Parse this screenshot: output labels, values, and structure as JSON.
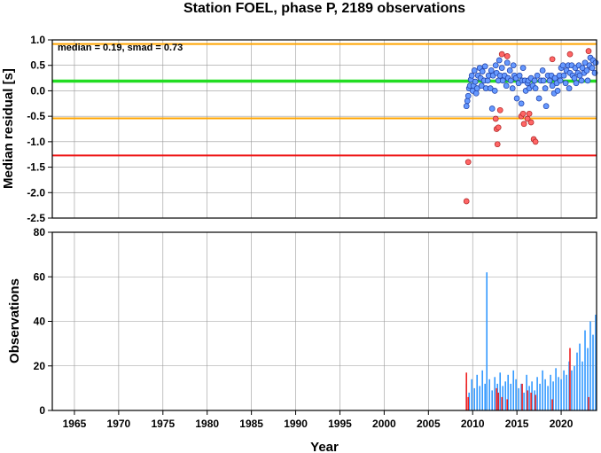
{
  "page_title": "Station FOEL, phase P, 2189 observations",
  "colors": {
    "median_line": "#22dd22",
    "smad_lines": "#ffa500",
    "limit_line": "#ee1111",
    "normal_point": "#6699ff",
    "outlier_point": "#ff6666",
    "bar_normal": "#3399ff",
    "bar_outlier": "#ee2222",
    "grid": "#999999"
  },
  "chart_data": [
    {
      "id": "residuals",
      "type": "scatter",
      "title": "Station FOEL, phase P, 2189 observations",
      "xlabel": "",
      "ylabel": "Median residual [s]",
      "xlim": [
        1962.5,
        2024.0
      ],
      "ylim": [
        -2.5,
        1.0
      ],
      "yticks": [
        1.0,
        0.5,
        0.0,
        -0.5,
        -1.0,
        -1.5,
        -2.0,
        -2.5
      ],
      "ytick_labels": [
        "1.0",
        "0.5",
        "0.0",
        "-0.5",
        "-1.0",
        "-1.5",
        "-2.0",
        "-2.5"
      ],
      "grid": true,
      "annotation": "median = 0.19, smad = 0.73",
      "hlines": [
        {
          "y": 0.19,
          "color": "#22dd22",
          "role": "median"
        },
        {
          "y": 0.92,
          "color": "#ffa500",
          "role": "upper smad"
        },
        {
          "y": -0.54,
          "color": "#ffa500",
          "role": "lower smad"
        },
        {
          "y": -1.27,
          "color": "#ee1111",
          "role": "limit"
        }
      ],
      "series": [
        {
          "role": "within limits",
          "color": "#6699ff",
          "points": [
            [
              2009.3,
              -0.3
            ],
            [
              2009.4,
              -0.2
            ],
            [
              2009.5,
              -0.1
            ],
            [
              2009.6,
              0.05
            ],
            [
              2009.7,
              0.1
            ],
            [
              2009.8,
              0.22
            ],
            [
              2009.9,
              0.3
            ],
            [
              2010.0,
              0.0
            ],
            [
              2010.1,
              0.1
            ],
            [
              2010.2,
              0.4
            ],
            [
              2010.3,
              0.18
            ],
            [
              2010.4,
              -0.05
            ],
            [
              2010.5,
              0.05
            ],
            [
              2010.6,
              0.3
            ],
            [
              2010.8,
              0.45
            ],
            [
              2010.9,
              0.25
            ],
            [
              2011.0,
              0.1
            ],
            [
              2011.1,
              0.38
            ],
            [
              2011.3,
              0.2
            ],
            [
              2011.4,
              0.48
            ],
            [
              2011.5,
              0.05
            ],
            [
              2011.7,
              0.2
            ],
            [
              2011.8,
              0.3
            ],
            [
              2012.0,
              0.05
            ],
            [
              2012.1,
              0.4
            ],
            [
              2012.2,
              -0.35
            ],
            [
              2012.3,
              0.3
            ],
            [
              2012.5,
              0.0
            ],
            [
              2012.6,
              0.5
            ],
            [
              2012.7,
              0.35
            ],
            [
              2012.9,
              0.2
            ],
            [
              2013.0,
              0.6
            ],
            [
              2013.1,
              0.3
            ],
            [
              2013.3,
              0.45
            ],
            [
              2013.4,
              0.2
            ],
            [
              2013.6,
              0.3
            ],
            [
              2013.8,
              0.1
            ],
            [
              2013.9,
              0.55
            ],
            [
              2014.0,
              0.25
            ],
            [
              2014.2,
              0.4
            ],
            [
              2014.3,
              0.2
            ],
            [
              2014.5,
              0.05
            ],
            [
              2014.6,
              0.5
            ],
            [
              2014.7,
              0.3
            ],
            [
              2014.9,
              0.25
            ],
            [
              2015.0,
              -0.15
            ],
            [
              2015.2,
              0.15
            ],
            [
              2015.3,
              0.3
            ],
            [
              2015.5,
              -0.25
            ],
            [
              2015.6,
              0.2
            ],
            [
              2015.7,
              0.45
            ],
            [
              2015.9,
              0.2
            ],
            [
              2016.0,
              0.0
            ],
            [
              2016.2,
              0.15
            ],
            [
              2016.3,
              0.2
            ],
            [
              2016.4,
              0.05
            ],
            [
              2016.6,
              0.25
            ],
            [
              2016.8,
              0.1
            ],
            [
              2017.0,
              0.2
            ],
            [
              2017.1,
              0.05
            ],
            [
              2017.3,
              0.3
            ],
            [
              2017.5,
              -0.15
            ],
            [
              2017.7,
              0.2
            ],
            [
              2017.9,
              0.4
            ],
            [
              2018.0,
              0.2
            ],
            [
              2018.2,
              0.05
            ],
            [
              2018.3,
              -0.3
            ],
            [
              2018.5,
              0.3
            ],
            [
              2018.7,
              0.2
            ],
            [
              2018.9,
              0.3
            ],
            [
              2019.0,
              0.1
            ],
            [
              2019.2,
              -0.05
            ],
            [
              2019.3,
              0.25
            ],
            [
              2019.5,
              0.15
            ],
            [
              2019.6,
              0.0
            ],
            [
              2019.8,
              0.3
            ],
            [
              2019.9,
              0.2
            ],
            [
              2020.0,
              0.45
            ],
            [
              2020.2,
              0.5
            ],
            [
              2020.3,
              0.3
            ],
            [
              2020.5,
              0.15
            ],
            [
              2020.6,
              0.4
            ],
            [
              2020.8,
              0.5
            ],
            [
              2020.9,
              0.05
            ],
            [
              2021.0,
              0.35
            ],
            [
              2021.2,
              0.5
            ],
            [
              2021.3,
              0.3
            ],
            [
              2021.5,
              0.25
            ],
            [
              2021.6,
              0.45
            ],
            [
              2021.7,
              0.15
            ],
            [
              2021.9,
              0.35
            ],
            [
              2022.0,
              0.5
            ],
            [
              2022.1,
              0.3
            ],
            [
              2022.3,
              0.2
            ],
            [
              2022.4,
              0.45
            ],
            [
              2022.6,
              0.35
            ],
            [
              2022.7,
              0.55
            ],
            [
              2022.9,
              0.4
            ],
            [
              2023.0,
              0.2
            ],
            [
              2023.2,
              0.5
            ],
            [
              2023.3,
              0.65
            ],
            [
              2023.5,
              0.45
            ],
            [
              2023.6,
              0.6
            ],
            [
              2023.8,
              0.35
            ],
            [
              2023.9,
              0.55
            ]
          ]
        },
        {
          "role": "outliers",
          "color": "#ff6666",
          "points": [
            [
              2009.3,
              -2.17
            ],
            [
              2009.5,
              -1.4
            ],
            [
              2012.6,
              -0.55
            ],
            [
              2012.7,
              -0.75
            ],
            [
              2012.8,
              -1.05
            ],
            [
              2012.9,
              -0.72
            ],
            [
              2013.1,
              -0.38
            ],
            [
              2013.3,
              0.72
            ],
            [
              2013.9,
              0.68
            ],
            [
              2015.5,
              -0.5
            ],
            [
              2015.7,
              -0.45
            ],
            [
              2015.8,
              -0.65
            ],
            [
              2016.2,
              -0.55
            ],
            [
              2016.4,
              -0.45
            ],
            [
              2016.6,
              -0.62
            ],
            [
              2016.9,
              -0.95
            ],
            [
              2017.1,
              -1.0
            ],
            [
              2019.0,
              0.62
            ],
            [
              2021.0,
              0.72
            ],
            [
              2023.1,
              0.78
            ]
          ]
        }
      ]
    },
    {
      "id": "observations",
      "type": "bar",
      "xlabel": "Year",
      "ylabel": "Observations",
      "xlim": [
        1962.5,
        2024.0
      ],
      "ylim": [
        0,
        80
      ],
      "xticks": [
        1965,
        1970,
        1975,
        1980,
        1985,
        1990,
        1995,
        2000,
        2005,
        2010,
        2015,
        2020
      ],
      "yticks": [
        0,
        20,
        40,
        60,
        80
      ],
      "grid": true,
      "series": [
        {
          "role": "within limits",
          "color": "#3399ff",
          "x": [
            2009.3,
            2009.6,
            2009.9,
            2010.2,
            2010.5,
            2010.8,
            2011.1,
            2011.4,
            2011.6,
            2011.9,
            2012.2,
            2012.5,
            2012.8,
            2013.1,
            2013.4,
            2013.7,
            2014.0,
            2014.3,
            2014.6,
            2014.9,
            2015.2,
            2015.5,
            2015.8,
            2016.1,
            2016.4,
            2016.7,
            2017.0,
            2017.3,
            2017.6,
            2017.9,
            2018.2,
            2018.5,
            2018.8,
            2019.1,
            2019.4,
            2019.7,
            2020.0,
            2020.3,
            2020.6,
            2020.9,
            2021.2,
            2021.5,
            2021.8,
            2022.1,
            2022.4,
            2022.7,
            2023.0,
            2023.3,
            2023.6,
            2023.9
          ],
          "values": [
            12,
            8,
            14,
            10,
            16,
            11,
            18,
            12,
            62,
            14,
            9,
            15,
            12,
            17,
            11,
            13,
            16,
            12,
            18,
            14,
            10,
            12,
            8,
            16,
            11,
            13,
            9,
            15,
            12,
            18,
            14,
            11,
            16,
            13,
            19,
            15,
            14,
            18,
            16,
            22,
            18,
            20,
            26,
            30,
            22,
            36,
            28,
            40,
            34,
            43
          ]
        },
        {
          "role": "outliers",
          "color": "#ee2222",
          "x": [
            2009.3,
            2009.5,
            2012.7,
            2012.9,
            2013.3,
            2013.9,
            2015.6,
            2016.2,
            2016.6,
            2017.1,
            2019.0,
            2021.0,
            2023.1
          ],
          "values": [
            17,
            6,
            10,
            8,
            6,
            5,
            12,
            9,
            8,
            7,
            5,
            28,
            6
          ]
        }
      ]
    }
  ]
}
